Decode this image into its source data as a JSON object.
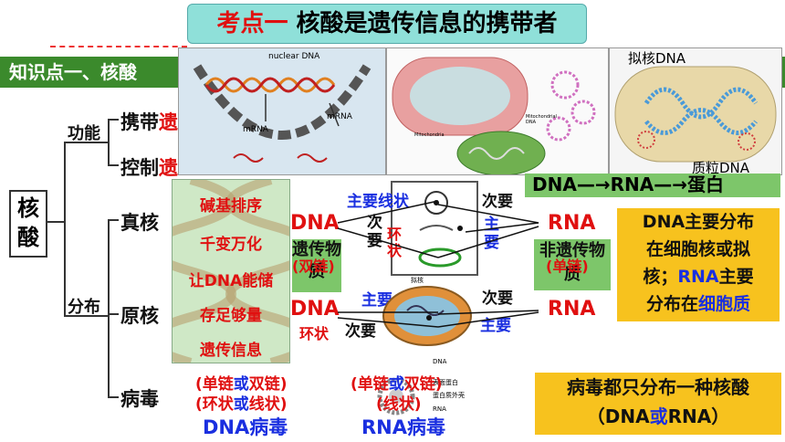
{
  "title": {
    "part1": "考点一",
    "part2": "核酸是遗传信息的携带者"
  },
  "section": {
    "label": "知识点一、核酸"
  },
  "tree": {
    "root": "核酸",
    "func": "功能",
    "func1": "携带",
    "func1_red": "遗",
    "func2": "控制",
    "func2_red": "遗",
    "dist": "分布",
    "euk": "真核",
    "prok": "原核",
    "virus": "病毒"
  },
  "images": {
    "nuclear_dna": "nuclear DNA",
    "mrna1": "mRNA",
    "mrna2": "mRNA",
    "mitochondria": "Mitochondria",
    "mito_dna": "Mitochondrial DNA",
    "nucleoid": "拟核DNA",
    "plasmid": "质粒DNA",
    "flow": "DNA—→RNA—→蛋白",
    "prok_label": "拟核",
    "virus_dna": "DNA",
    "virus_rna": "RNA",
    "virus_coat": "表面蛋白",
    "virus_shell": "蛋白质外壳"
  },
  "helix": [
    "碱基排序",
    "千变万化",
    "让DNA能储",
    "存足够量",
    "遗传信息"
  ],
  "euk_row": {
    "dna": "DNA",
    "main_linear": "主要线状",
    "secondary": "次要",
    "ring": "环状",
    "secondary2": "次要",
    "main": "主要",
    "rna": "RNA",
    "genetic": "遗传物质",
    "double": "(双链)",
    "nongenetic": "非遗传物质",
    "single": "(单链)"
  },
  "prok_row": {
    "dna": "DNA",
    "ring": "环状",
    "main": "主要",
    "secondary": "次要",
    "secondary2": "次要",
    "main2": "主要",
    "rna": "RNA"
  },
  "virus_row": {
    "dna_line1a": "(单链",
    "dna_line1b": "或",
    "dna_line1c": "双链)",
    "dna_line2a": "(环状",
    "dna_line2b": "或",
    "dna_line2c": "线状)",
    "dna_virus": "DNA病毒",
    "rna_line1a": "(单链",
    "rna_line1b": "或",
    "rna_line1c": "双链)",
    "rna_line2": "(线状)",
    "rna_virus": "RNA病毒"
  },
  "summary": {
    "l1": "DNA主要分布",
    "l2": "在细胞核或拟",
    "l3a": "核；",
    "l3b": "RNA",
    "l3c": "主要",
    "l4a": "分布在",
    "l4b": "细胞质"
  },
  "virus_box": {
    "l1": "病毒都只分布一种核酸",
    "l2a": "（DNA",
    "l2b": "或",
    "l2c": "RNA）"
  }
}
